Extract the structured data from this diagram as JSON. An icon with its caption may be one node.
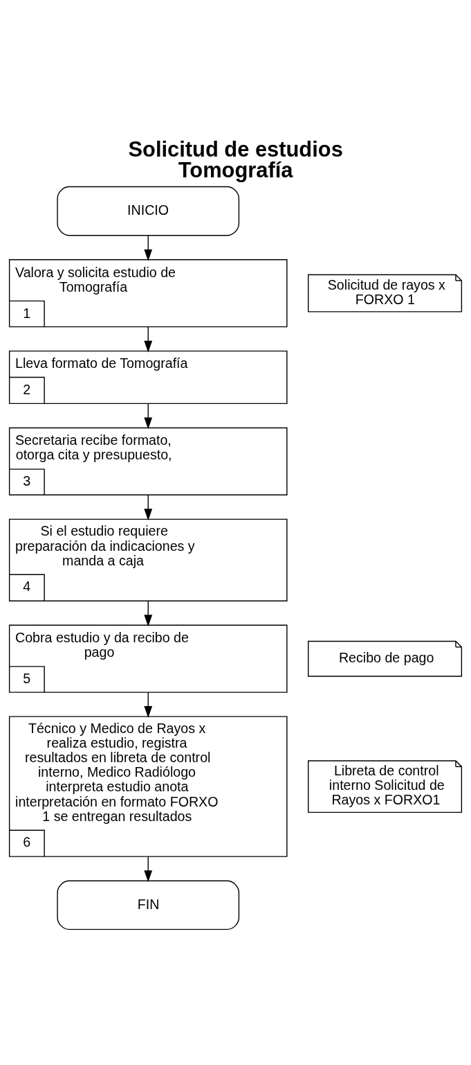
{
  "diagram": {
    "title": "Solicitud de estudios Tomografía",
    "nodes": [
      {
        "text": [
          "INICIO"
        ]
      },
      {
        "text": [
          "Valora y solicita estudio de Tomografía",
          "1"
        ]
      },
      {
        "text": [
          "Solicitud de rayos x FORXO 1"
        ]
      },
      {
        "text": [
          "Lleva formato de Tomografía",
          "2"
        ]
      },
      {
        "text": [
          "Secretaria recibe formato, otorga cita y presupuesto,",
          "3"
        ]
      },
      {
        "text": [
          "Si el estudio requiere preparación da indicaciones y manda a caja",
          "4"
        ]
      },
      {
        "text": [
          "Cobra estudio y da recibo de pago",
          "5"
        ]
      },
      {
        "text": [
          "Recibo de pago"
        ]
      },
      {
        "text": [
          "Técnico y Medico de Rayos x realiza estudio, registra resultados en libreta de control interno, Medico Radiólogo interpreta estudio anota interpretación en formato FORXO 1 se entregan resultados",
          "6"
        ]
      },
      {
        "text": [
          "Libreta de control interno Solicitud de Rayos x FORXO1"
        ]
      },
      {
        "text": [
          "FIN"
        ]
      }
    ],
    "edges": [
      {
        "from": 0,
        "to": 1,
        "arrow": "to"
      },
      {
        "from": 1,
        "to": 3,
        "arrow": "to"
      },
      {
        "from": 3,
        "to": 4,
        "arrow": "to"
      },
      {
        "from": 4,
        "to": 5,
        "arrow": "to"
      },
      {
        "from": 5,
        "to": 6,
        "arrow": "to"
      },
      {
        "from": 6,
        "to": 8,
        "arrow": "to"
      },
      {
        "from": 8,
        "to": 10,
        "arrow": "to"
      }
    ]
  }
}
